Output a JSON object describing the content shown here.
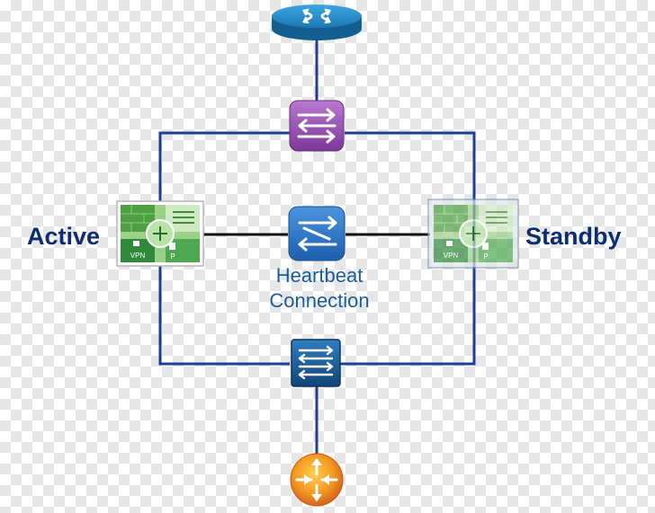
{
  "labels": {
    "active": "Active",
    "standby": "Standby",
    "heartbeat_line1": "Heartbeat",
    "heartbeat_line2": "Connection"
  },
  "firewall_badge": {
    "vpn": "VPN",
    "p": "P"
  },
  "colors": {
    "link": "#1c3f94",
    "heartbeat_link": "#111111",
    "router_top": "#1a78b4",
    "switch_top": "#9b4fb5",
    "heartbeat_switch": "#2f78c9",
    "bottom_switch": "#1f5f9e",
    "bottom_router": "#f08a1c",
    "firewall_green": "#57a84a"
  },
  "icons": {
    "top_router": "router-icon",
    "top_switch": "switch-icon",
    "active_firewall": "firewall-icon",
    "standby_firewall": "firewall-icon",
    "heartbeat_switch": "switch-icon",
    "bottom_switch": "switch-icon",
    "bottom_router": "router-icon"
  }
}
